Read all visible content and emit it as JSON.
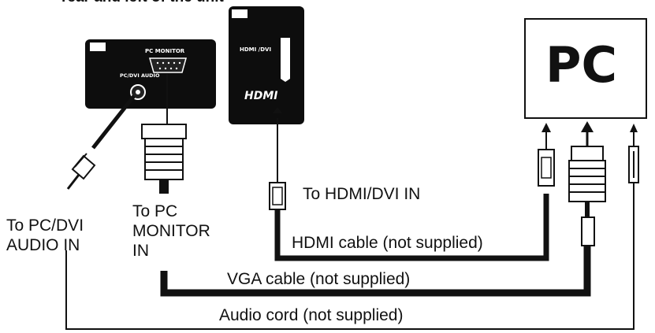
{
  "header": {
    "partial_text": "rear and left of the unit"
  },
  "panels": {
    "left_in": "IN",
    "pc_monitor": "PC MONITOR",
    "pc_dvi_audio": "PC/DVI AUDIO",
    "hdmi_in": "IN",
    "hdmi_dvi": "HDMI /DVI",
    "hdmi_logo": "HDMI"
  },
  "pc_box": {
    "label": "PC"
  },
  "labels": {
    "to_pc_dvi_audio_in": [
      "To PC/DVI",
      "AUDIO IN"
    ],
    "to_pc_monitor_in": [
      "To PC",
      "MONITOR",
      "IN"
    ],
    "to_hdmi_dvi_in": "To HDMI/DVI IN",
    "hdmi_cable": "HDMI cable (not supplied)",
    "vga_cable": "VGA cable (not supplied)",
    "audio_cord": "Audio cord (not supplied)"
  },
  "colors": {
    "ink": "#111111",
    "panel": "#0d0d0d",
    "paper": "#ffffff"
  }
}
